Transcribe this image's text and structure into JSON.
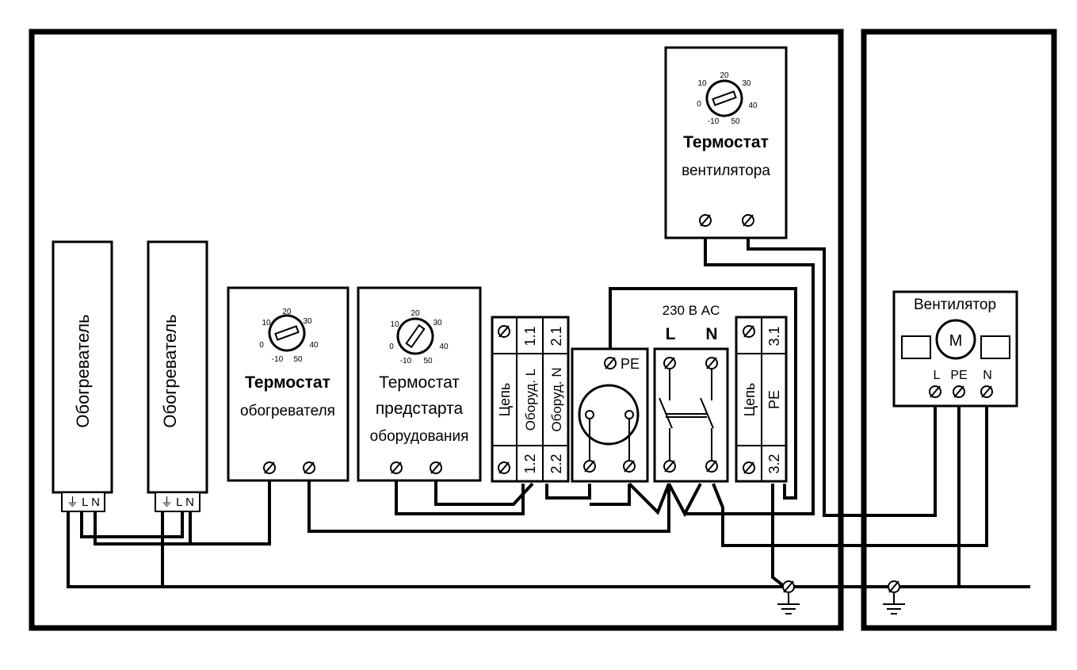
{
  "colors": {
    "line": "#000000",
    "background": "#ffffff"
  },
  "heaters": [
    {
      "label": "Обогреватель",
      "terminal_label": "⏚ L N"
    },
    {
      "label": "Обогреватель",
      "terminal_label": "⏚ L N"
    }
  ],
  "thermostat_heater": {
    "title": "Термостат",
    "subtitle": "обогревателя",
    "scale": [
      "20",
      "30",
      "40",
      "50",
      "-10",
      "0",
      "10"
    ]
  },
  "thermostat_prestart": {
    "title": "Термостат",
    "subtitle1": "предстарта",
    "subtitle2": "оборудования",
    "scale": [
      "20",
      "30",
      "40",
      "50",
      "-10",
      "0",
      "10"
    ]
  },
  "thermostat_fan": {
    "title": "Термостат",
    "subtitle": "вентилятора",
    "scale": [
      "20",
      "30",
      "40",
      "50",
      "-10",
      "0",
      "10"
    ]
  },
  "relay_block": {
    "top_left": "1.1",
    "top_right": "2.1",
    "mid_left": "Цепь",
    "mid_center": "Оборуд. L",
    "mid_right": "Оборуд. N",
    "bottom_left": "1.2",
    "bottom_right": "2.2"
  },
  "socket": {
    "pe_label": "PE"
  },
  "breaker": {
    "voltage": "230 В AC",
    "l_label": "L",
    "n_label": "N"
  },
  "pe_block": {
    "top": "3.1",
    "mid_left": "Цепь",
    "mid_right": "PE",
    "bottom": "3.2"
  },
  "fan": {
    "title": "Вентилятор",
    "motor": "M",
    "l_label": "L",
    "pe_label": "PE",
    "n_label": "N"
  }
}
